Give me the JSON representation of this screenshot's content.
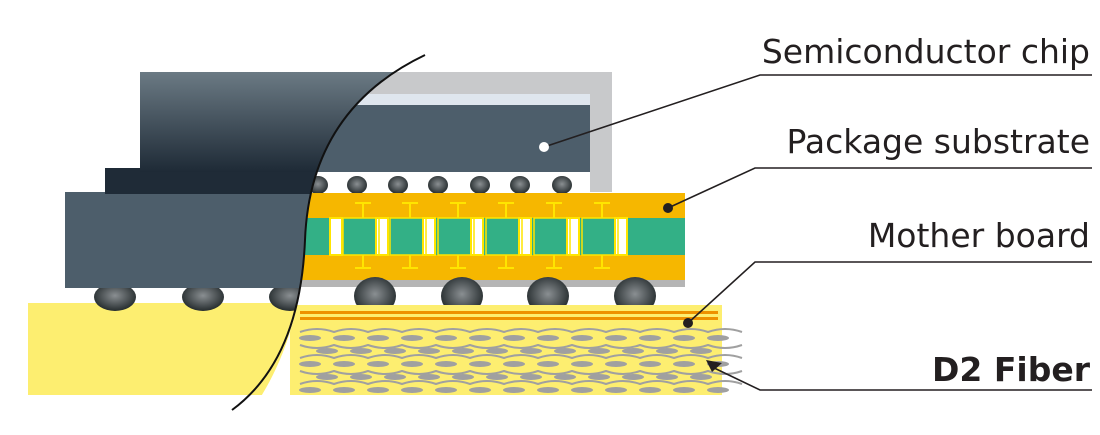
{
  "labels": {
    "chip": "Semiconductor chip",
    "substrate": "Package substrate",
    "motherboard": "Mother board",
    "fiber": "D2 Fiber"
  },
  "colors": {
    "chip_dark": "#4d5e6b",
    "lid": "#c8c9cb",
    "substrate": "#f6b700",
    "core": "#33b086",
    "via": "#ffe500",
    "board": "#fdee70",
    "fiber": "#a0a0a0",
    "copper": "#ee9200"
  }
}
